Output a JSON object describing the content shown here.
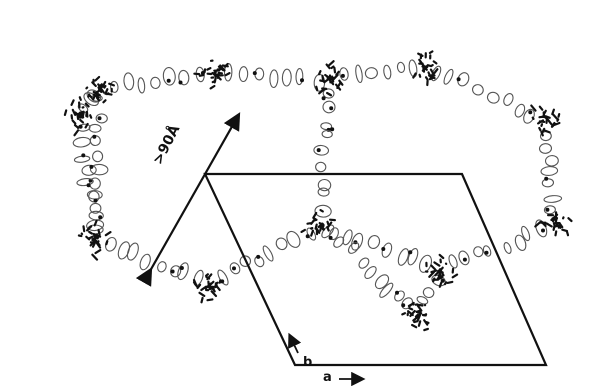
{
  "figure": {
    "dimension_label": ">90Å",
    "axis_a_label": "a",
    "axis_b_label": "b",
    "colors": {
      "ink": "#111111",
      "ribbon": "#555555",
      "background": "#ffffff"
    }
  }
}
